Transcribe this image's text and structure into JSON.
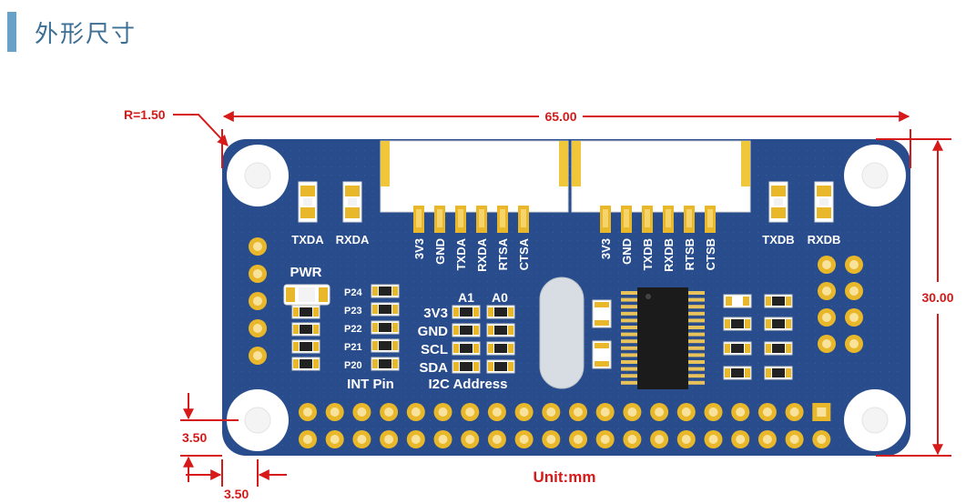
{
  "heading": {
    "title": "外形尺寸"
  },
  "dimensions": {
    "corner_radius": "R=1.50",
    "width": "65.00",
    "height": "30.00",
    "hole_offset_y": "3.50",
    "hole_offset_x": "3.50",
    "unit": "Unit:mm"
  },
  "silkscreen": {
    "left_leds": [
      "TXDA",
      "RXDA"
    ],
    "right_leds": [
      "TXDB",
      "RXDB"
    ],
    "pwr": "PWR",
    "conn_a_pins": [
      "3V3",
      "GND",
      "TXDA",
      "RXDA",
      "RTSA",
      "CTSA"
    ],
    "conn_b_pins": [
      "3V3",
      "GND",
      "TXDB",
      "RXDB",
      "RTSB",
      "CTSB"
    ],
    "int_pins": [
      "P24",
      "P23",
      "P22",
      "P21",
      "P20"
    ],
    "int_label": "INT Pin",
    "addr_cols": [
      "A1",
      "A0"
    ],
    "addr_rows": [
      "3V3",
      "GND",
      "SCL",
      "SDA"
    ],
    "addr_label": "I2C Address"
  },
  "colors": {
    "board": "#284c8c",
    "dimension": "#d61919",
    "pad": "#e8b82a",
    "heading_bar": "#6aa1c6",
    "heading_text": "#3d6f95"
  }
}
